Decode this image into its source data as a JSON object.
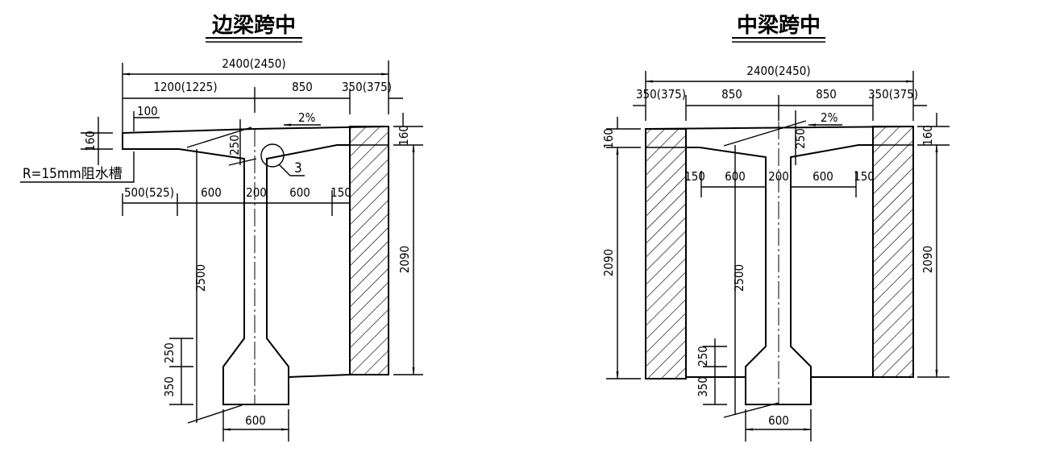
{
  "left": {
    "title": "边梁跨中",
    "dim_total": "2400(2450)",
    "dim_1200": "1200(1225)",
    "dim_850": "850",
    "dim_350": "350(375)",
    "dim_100": "100",
    "slope": "2%",
    "dim_160_left": "160",
    "dim_160_right": "160",
    "dim_250_haunch": "250",
    "drip_note": "R=15mm阻水槽",
    "detail_ref": "3",
    "dim_500": "500(525)",
    "dim_600_a": "600",
    "dim_200": "200",
    "dim_600_b": "600",
    "dim_150": "150",
    "dim_2500": "2500",
    "dim_2090": "2090",
    "dim_250": "250",
    "dim_350_bulb": "350",
    "dim_600_bottom": "600"
  },
  "right": {
    "title": "中梁跨中",
    "dim_total": "2400(2450)",
    "dim_350_l": "350(375)",
    "dim_850_l": "850",
    "dim_850_r": "850",
    "dim_350_r": "350(375)",
    "slope": "2%",
    "dim_160_left": "160",
    "dim_160_right": "160",
    "dim_250_haunch": "250",
    "dim_150_l": "150",
    "dim_600_l": "600",
    "dim_200": "200",
    "dim_600_r": "600",
    "dim_150_r": "150",
    "dim_2090_l": "2090",
    "dim_2090_r": "2090",
    "dim_2500": "2500",
    "dim_250": "250",
    "dim_350_bulb": "350",
    "dim_600_bottom": "600"
  }
}
